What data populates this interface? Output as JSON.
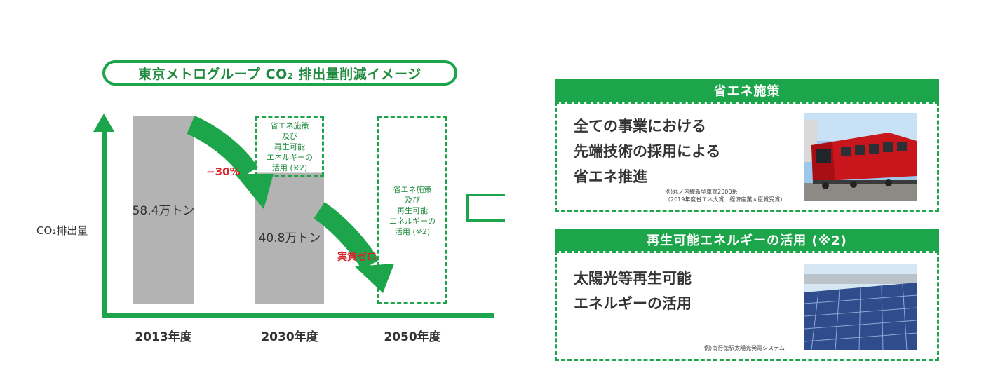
{
  "colors": {
    "accent": "#1ca54a",
    "accent_dark": "#1f8a3e",
    "bar": "#b3b3b3",
    "red": "#d9262e"
  },
  "chart_data": {
    "type": "bar",
    "title": "東京メトログループ CO₂ 排出量削減イメージ",
    "ylabel": "CO₂排出量",
    "xlabel": "",
    "categories": [
      "2013年度",
      "2030年度",
      "2050年度"
    ],
    "values": [
      58.4,
      40.8,
      0
    ],
    "data_labels": [
      "58.4万トン",
      "40.8万トン",
      ""
    ],
    "unit": "万トン",
    "ylim": [
      0,
      78
    ],
    "grid": false,
    "annotations": {
      "reduction_2030": "−30%",
      "net_zero_2050": "実質ゼロ",
      "box_2030": "省エネ施策\n及び\n再生可能\nエネルギーの\n活用 (※2)",
      "box_2050": "省エネ施策\n及び\n再生可能\nエネルギーの\n活用 (※2)"
    }
  },
  "panels": [
    {
      "header": "省エネ施策",
      "text": "全ての事業における\n先端技術の採用による\n省エネ推進",
      "caption": "例)丸ノ内線新型車両2000系\n（2019年度省エネ大賞　経済産業大臣賞受賞）",
      "image_icon": "red-train-photo"
    },
    {
      "header": "再生可能エネルギーの活用 (※2)",
      "text": "太陽光等再生可能\nエネルギーの活用",
      "caption": "例)南行徳駅太陽光発電システム",
      "image_icon": "solar-panel-photo"
    }
  ]
}
